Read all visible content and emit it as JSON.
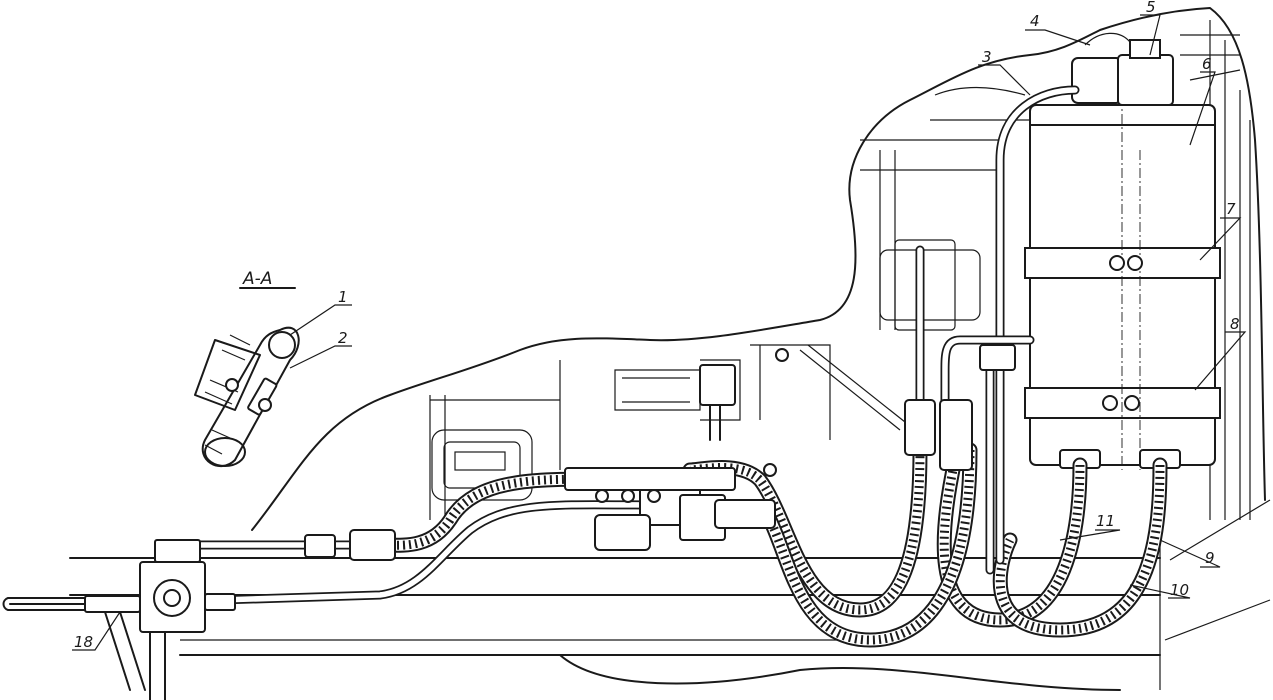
{
  "section_label": "А-А",
  "callouts": [
    {
      "id": "c1",
      "text": "1"
    },
    {
      "id": "c2",
      "text": "2"
    },
    {
      "id": "c3",
      "text": "3"
    },
    {
      "id": "c4",
      "text": "4"
    },
    {
      "id": "c5",
      "text": "5"
    },
    {
      "id": "c6",
      "text": "6"
    },
    {
      "id": "c7",
      "text": "7"
    },
    {
      "id": "c8",
      "text": "8"
    },
    {
      "id": "c9",
      "text": "9"
    },
    {
      "id": "c10",
      "text": "10"
    },
    {
      "id": "c11",
      "text": "11"
    },
    {
      "id": "c18",
      "text": "18"
    }
  ],
  "colors": {
    "ink": "#1a1a1a",
    "paper": "#ffffff"
  }
}
